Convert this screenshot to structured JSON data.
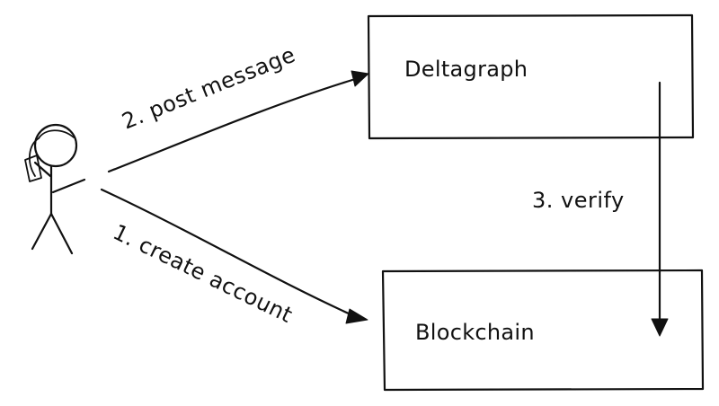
{
  "diagram": {
    "nodes": {
      "deltagraph": "Deltagraph",
      "blockchain": "Blockchain"
    },
    "edges": {
      "create_account": "1. create account",
      "post_message": "2. post message",
      "verify": "3. verify"
    }
  }
}
